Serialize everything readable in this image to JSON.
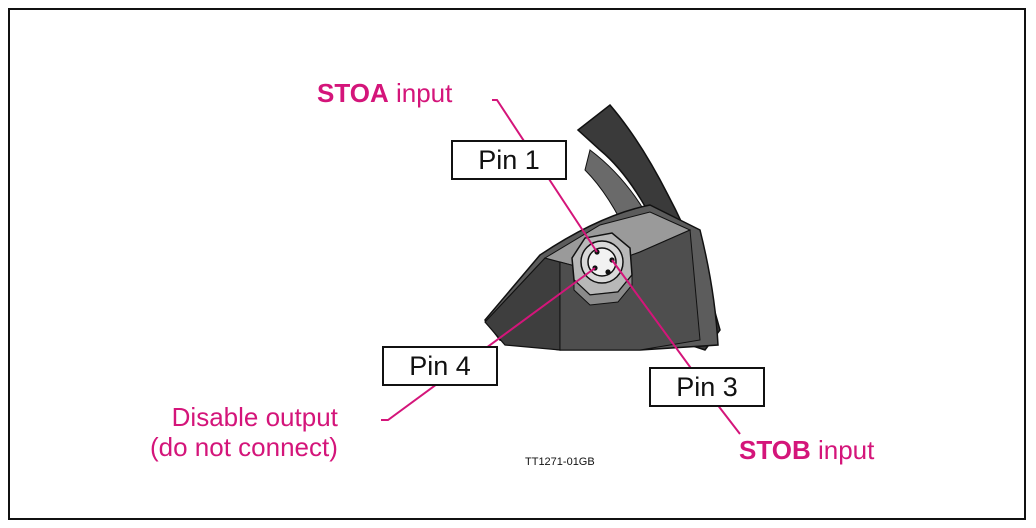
{
  "diagram": {
    "colors": {
      "callout": "#d4157a",
      "outline": "#111111"
    },
    "labels": {
      "stoa_bold": "STOA",
      "stoa_rest": " input",
      "stob_bold": "STOB",
      "stob_rest": " input",
      "disable_line1": "Disable output",
      "disable_line2": "(do not connect)"
    },
    "pins": {
      "pin1": "Pin 1",
      "pin3": "Pin 3",
      "pin4": "Pin 4"
    },
    "reference": "TT1271-01GB"
  }
}
